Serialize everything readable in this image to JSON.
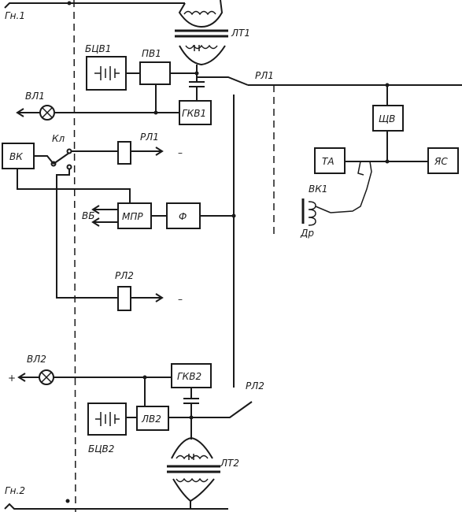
{
  "labels": {
    "gn1": "Гн.1",
    "gn2": "Гн.2",
    "lt1": "ЛТ1",
    "lt2": "ЛТ2",
    "bcv1": "БЦВ1",
    "bcv2": "БЦВ2",
    "pv1": "ПВ1",
    "lv2": "ЛВ2",
    "gkv1": "ГКВ1",
    "gkv2": "ГКВ2",
    "vl1": "ВЛ1",
    "vl2": "ВЛ2",
    "rl1": "РЛ1",
    "rl1_coil": "РЛ1",
    "rl2": "РЛ2",
    "rl2_coil": "РЛ2",
    "kl": "Кл",
    "vk": "ВК",
    "mpr": "МПР",
    "f": "Ф",
    "vb": "ВБ",
    "cv": "ЩВ",
    "ta": "ТА",
    "yas": "ЯС",
    "vk1": "ВК1",
    "dr": "Др",
    "plus": "+",
    "minus1": "–",
    "minus2": "–"
  }
}
